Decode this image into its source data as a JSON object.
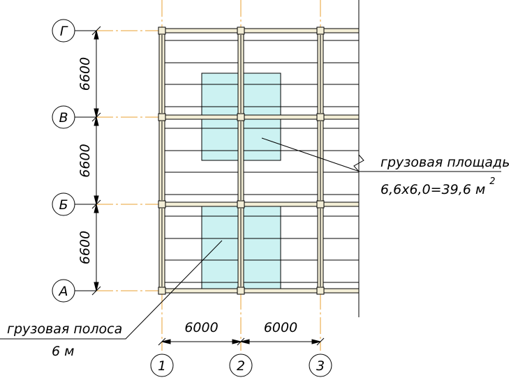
{
  "grid": {
    "rows": [
      {
        "label": "Г"
      },
      {
        "label": "В"
      },
      {
        "label": "Б"
      },
      {
        "label": "А"
      }
    ],
    "columns": [
      {
        "label": "1"
      },
      {
        "label": "2"
      },
      {
        "label": "3"
      }
    ]
  },
  "dimensions": {
    "vertical": [
      "6600",
      "6600",
      "6600"
    ],
    "horizontal": [
      "6000",
      "6000"
    ]
  },
  "annotations": {
    "cargo_area_title": "грузовая площадь",
    "cargo_area_formula": "6,6х6,0=39,6 м",
    "cargo_area_superscript": "2",
    "cargo_strip_title": "грузовая полоса",
    "cargo_strip_value": "6 м"
  },
  "colors": {
    "axis_line": "#e8a030",
    "load_fill": "#ccf2f2",
    "beam": "#f3eed6",
    "ink": "#000000"
  }
}
